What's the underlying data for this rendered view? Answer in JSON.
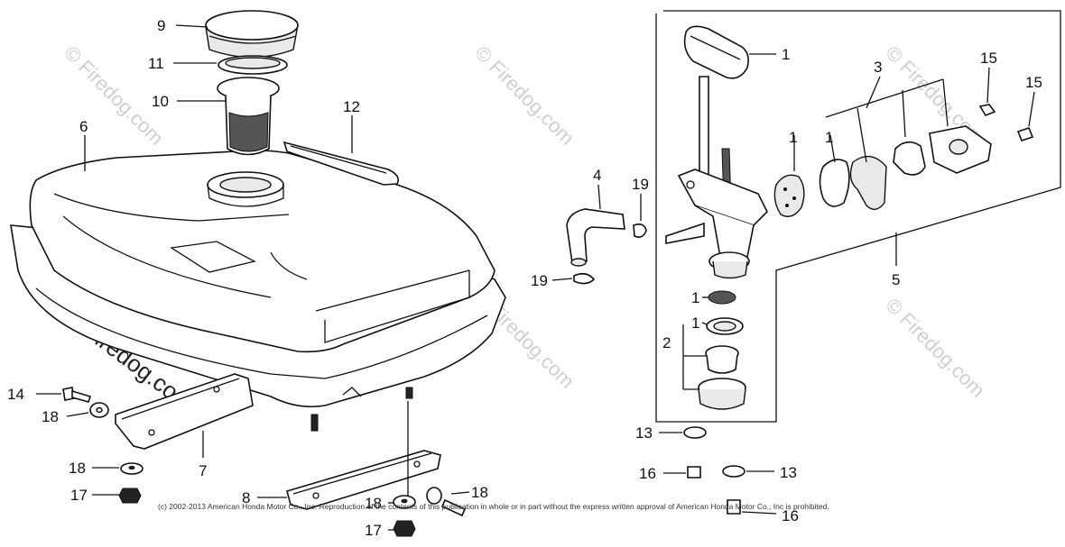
{
  "labels": {
    "n1a": "1",
    "n1b": "1",
    "n1c": "1",
    "n1d": "1",
    "n1e": "1",
    "n2": "2",
    "n3": "3",
    "n4": "4",
    "n5": "5",
    "n6": "6",
    "n7": "7",
    "n8": "8",
    "n9": "9",
    "n10": "10",
    "n11": "11",
    "n12": "12",
    "n13a": "13",
    "n13b": "13",
    "n14": "14",
    "n15a": "15",
    "n15b": "15",
    "n16a": "16",
    "n16b": "16",
    "n17a": "17",
    "n17b": "17",
    "n18a": "18",
    "n18b": "18",
    "n18c": "18",
    "n18d": "18",
    "n19a": "19",
    "n19b": "19"
  },
  "watermark": {
    "small": "© Firedog.com",
    "large": "© Firedog.com"
  },
  "copyright": "(c) 2002-2013 American Honda Motor Co., Inc. Reproduction of the contents of this publication in whole or in part without the express written approval of American Honda Motor Co., Inc is prohibited."
}
